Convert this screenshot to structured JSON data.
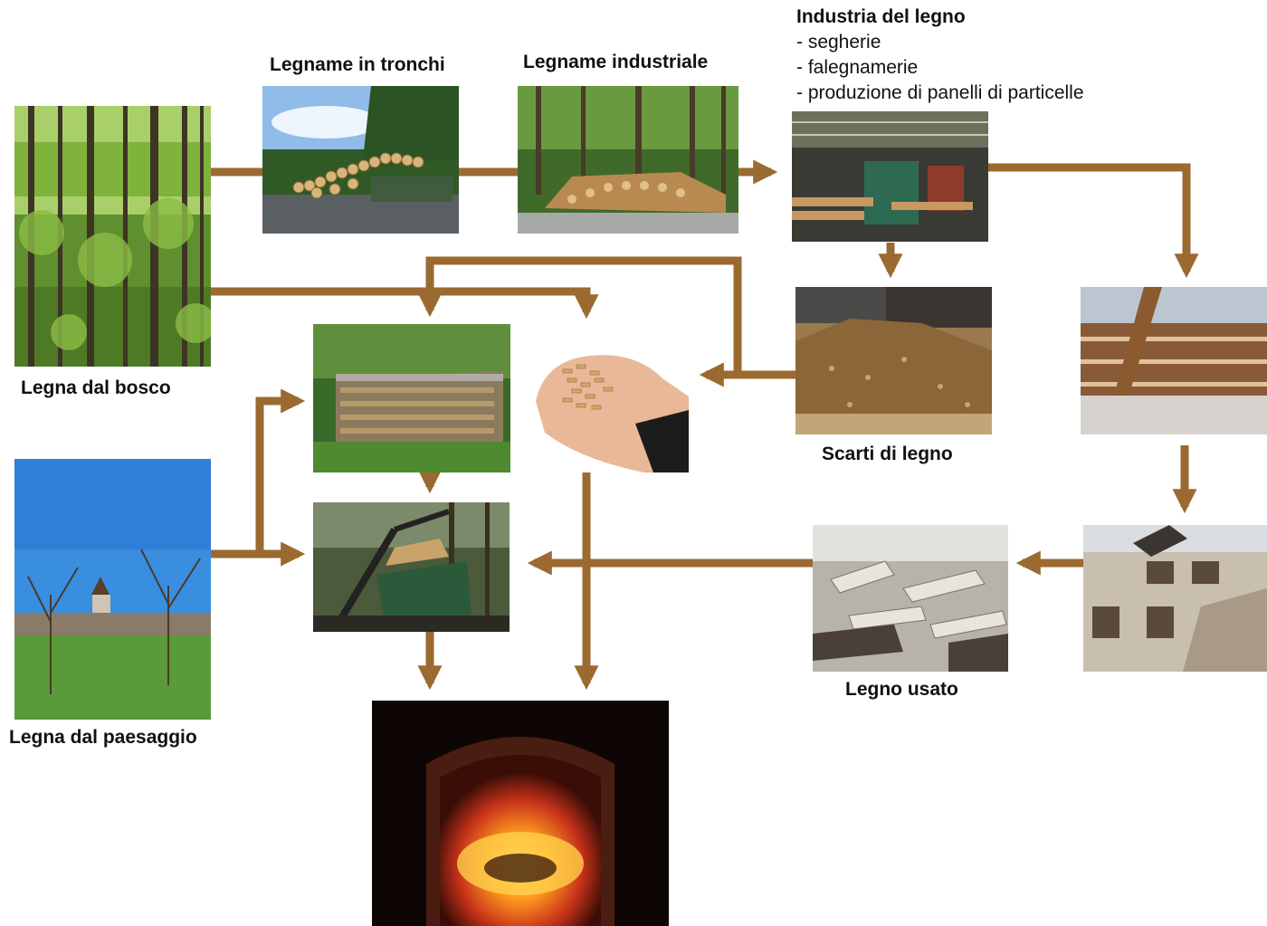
{
  "labels": {
    "forest": "Legna dal bosco",
    "logs": "Legname in tronchi",
    "industrial": "Legname industriale",
    "scraps": "Scarti di legno",
    "landscape": "Legna dal paesaggio",
    "used": "Legno usato"
  },
  "industry": {
    "title": "Industria del legno",
    "items": [
      "- segherie",
      "- falegnamerie",
      "- produzione di panelli di particelle"
    ]
  },
  "colors": {
    "arrow": "#9a6a30"
  }
}
